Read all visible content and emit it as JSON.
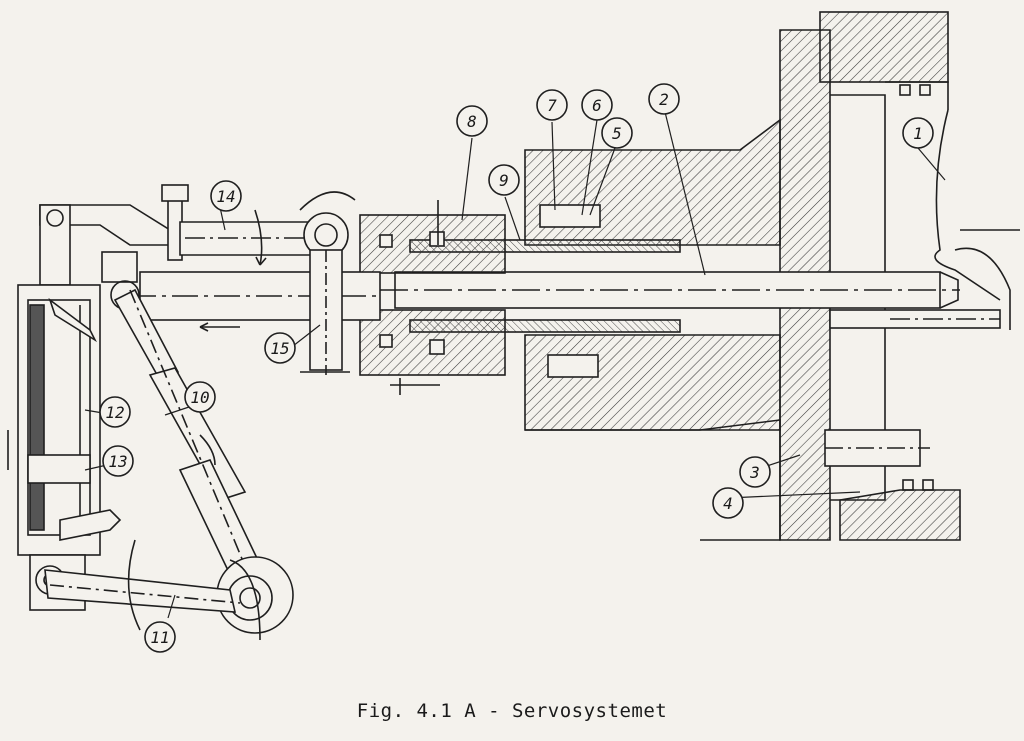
{
  "figure": {
    "caption": "Fig. 4.1 A - Servosystemet"
  },
  "callouts": [
    {
      "label": "1"
    },
    {
      "label": "2"
    },
    {
      "label": "3"
    },
    {
      "label": "4"
    },
    {
      "label": "5"
    },
    {
      "label": "6"
    },
    {
      "label": "7"
    },
    {
      "label": "8"
    },
    {
      "label": "9"
    },
    {
      "label": "10"
    },
    {
      "label": "11"
    },
    {
      "label": "12"
    },
    {
      "label": "13"
    },
    {
      "label": "14"
    },
    {
      "label": "15"
    }
  ],
  "colors": {
    "paper": "#f4f2ed",
    "ink": "#1f1f1f",
    "hatch": "#3a3a3a"
  }
}
